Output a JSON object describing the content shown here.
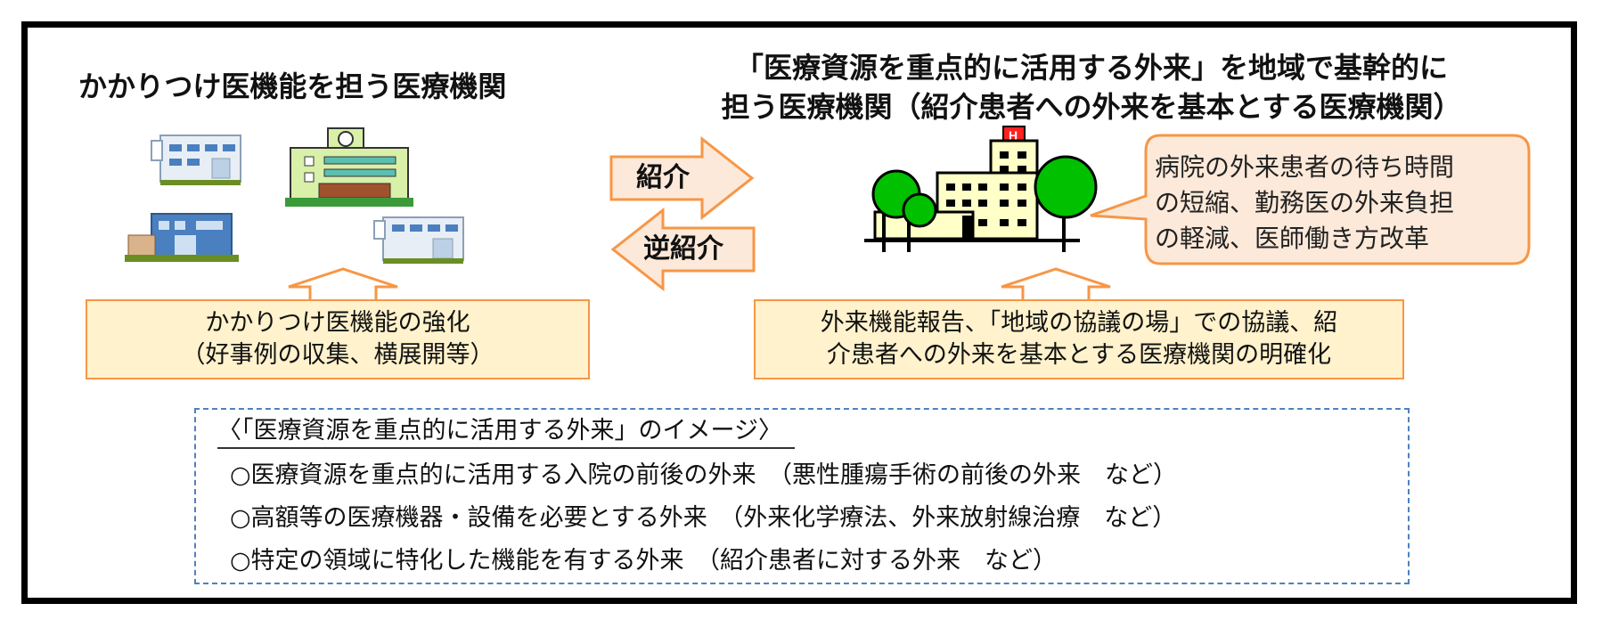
{
  "left_title": "かかりつけ医機能を担う医療機関",
  "right_title": {
    "line1": "「医療資源を重点的に活用する外来」を地域で基幹的に",
    "line2": "担う医療機関（紹介患者への外来を基本とする医療機関）"
  },
  "arrows": {
    "referral": "紹介",
    "reverse_referral": "逆紹介"
  },
  "left_box": {
    "line1": "かかりつけ医機能の強化",
    "line2": "（好事例の収集、横展開等）"
  },
  "right_box": {
    "line1": "外来機能報告、「地域の協議の場」での協議、紹",
    "line2": "介患者への外来を基本とする医療機関の明確化"
  },
  "speech": {
    "line1": "病院の外来患者の待ち時間",
    "line2": "の短縮、勤務医の外来負担",
    "line3": "の軽減、医師働き方改革"
  },
  "image_section": {
    "title": "〈「医療資源を重点的に活用する外来」のイメージ〉",
    "items": [
      "○医療資源を重点的に活用する入院の前後の外来　（悪性腫瘍手術の前後の外来　など）",
      "○高額等の医療機器・設備を必要とする外来　（外来化学療法、外来放射線治療　など）",
      "○特定の領域に特化した機能を有する外来　（紹介患者に対する外来　など）"
    ]
  },
  "colors": {
    "box_fill": "#fff2cc",
    "box_border": "#f79646",
    "arrow_fill": "#fde9d9",
    "speech_fill": "#fde9d9",
    "tree_green": "#00c000",
    "dash_border": "#4f81bd"
  },
  "icons": [
    "clinic-icon",
    "hospital-icon",
    "large-hospital-icon"
  ]
}
